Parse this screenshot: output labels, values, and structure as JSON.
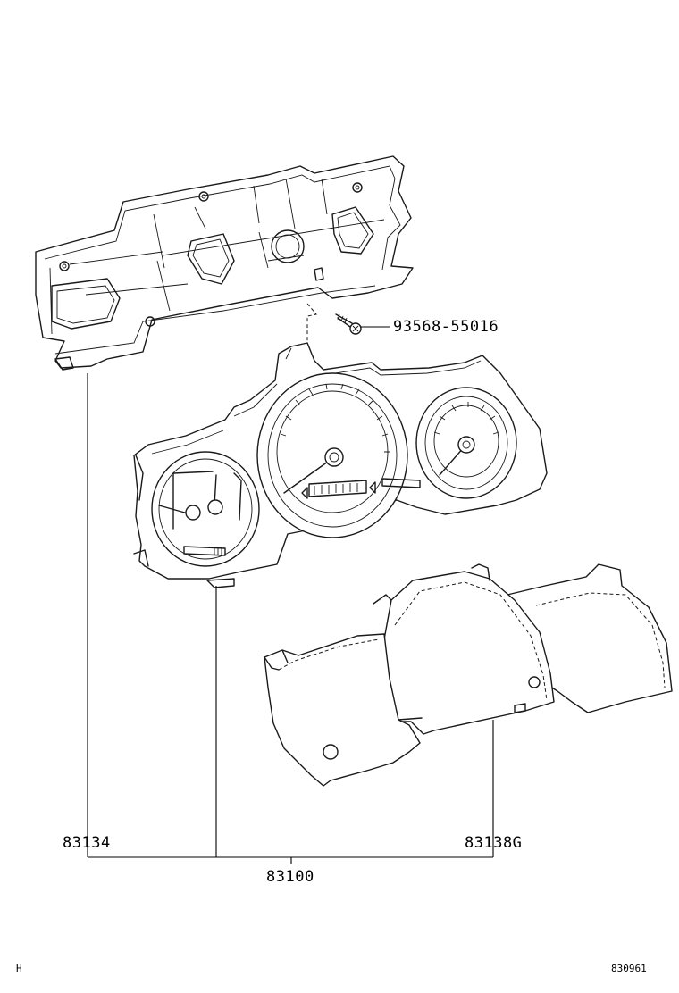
{
  "parts": {
    "screw": "93568-55016",
    "housing": "83134",
    "cluster": "83100",
    "lens": "83138G"
  },
  "footer": {
    "left_code": "H",
    "right_code": "830961"
  }
}
